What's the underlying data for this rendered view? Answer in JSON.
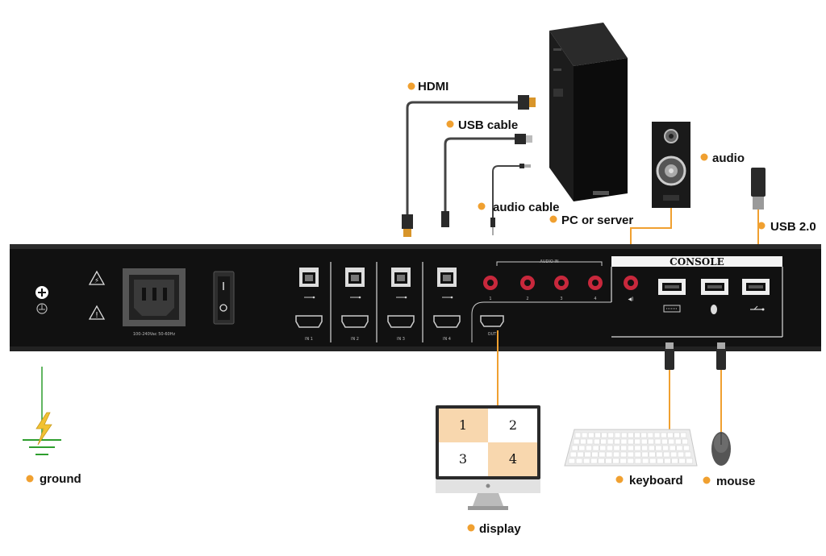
{
  "labels": {
    "hdmi": "HDMI",
    "usb_cable": "USB cable",
    "audio": "audio",
    "audio_cable": "audio cable",
    "pc_or_server": "PC or server",
    "usb_2": "USB 2.0",
    "ground": "ground",
    "keyboard": "keyboard",
    "mouse": "mouse",
    "display": "display"
  },
  "panel": {
    "console_title": "CONSOLE",
    "audio_in_title": "AUDIO IN",
    "power_rating": "100-240Vac 50-60Hz",
    "ports_in": [
      "IN 1",
      "IN 2",
      "IN 3",
      "IN 4"
    ],
    "out": "OUT",
    "audio_in_ports": [
      "1",
      "2",
      "3",
      "4"
    ]
  },
  "monitor": {
    "quadrants": [
      "1",
      "2",
      "3",
      "4"
    ]
  },
  "colors": {
    "bullet": "#f0a030",
    "link_line": "#f0a030",
    "ground_green": "#2e9e2e",
    "ground_bolt": "#f2c233",
    "audio_port": "#c8283c",
    "panel": "#121212",
    "highlight_quadrant": "#f8d7ae"
  },
  "icons": [
    "ground-screw-icon",
    "warning-icon",
    "power-socket-icon",
    "power-switch-icon",
    "usb-b-port-icon",
    "hdmi-port-icon",
    "usb-a-port-icon",
    "keyboard-icon",
    "mouse-icon",
    "ground-symbol-icon"
  ]
}
